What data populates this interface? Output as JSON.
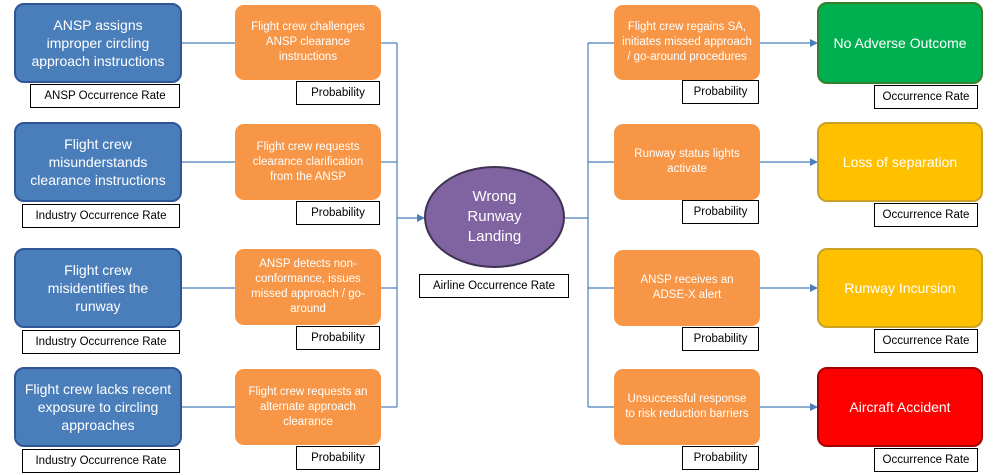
{
  "causes": [
    {
      "text": "ANSP assigns improper circling approach instructions",
      "rate": "ANSP Occurrence Rate"
    },
    {
      "text": "Flight crew misunderstands clearance instructions",
      "rate": "Industry Occurrence Rate"
    },
    {
      "text": "Flight crew misidentifies the runway",
      "rate": "Industry Occurrence Rate"
    },
    {
      "text": "Flight crew lacks recent exposure to circling approaches",
      "rate": "Industry Occurrence Rate"
    }
  ],
  "left_barriers": [
    {
      "text": "Flight crew challenges ANSP clearance instructions",
      "prob": "Probability"
    },
    {
      "text": "Flight crew requests clearance clarification from the ANSP",
      "prob": "Probability"
    },
    {
      "text": "ANSP detects non-conformance, issues missed approach / go-around",
      "prob": "Probability"
    },
    {
      "text": "Flight crew requests an alternate approach clearance",
      "prob": "Probability"
    }
  ],
  "hub": {
    "text": "Wrong Runway Landing",
    "rate": "Airline Occurrence Rate"
  },
  "right_barriers": [
    {
      "text": "Flight crew regains SA, initiates missed approach / go-around procedures",
      "prob": "Probability"
    },
    {
      "text": "Runway status lights activate",
      "prob": "Probability"
    },
    {
      "text": "ANSP receives an ADSE-X alert",
      "prob": "Probability"
    },
    {
      "text": "Unsuccessful response to risk reduction barriers",
      "prob": "Probability"
    }
  ],
  "outcomes": [
    {
      "text": "No Adverse Outcome",
      "rate": "Occurrence Rate",
      "color": "#00b050",
      "border": "#3a7d2a"
    },
    {
      "text": "Loss of separation",
      "rate": "Occurrence Rate",
      "color": "#ffc000",
      "border": "#c9a227"
    },
    {
      "text": "Runway Incursion",
      "rate": "Occurrence Rate",
      "color": "#ffc000",
      "border": "#c9a227"
    },
    {
      "text": "Aircraft Accident",
      "rate": "Occurrence Rate",
      "color": "#ff0000",
      "border": "#a50000"
    }
  ],
  "colors": {
    "line": "#4a7ebb"
  }
}
